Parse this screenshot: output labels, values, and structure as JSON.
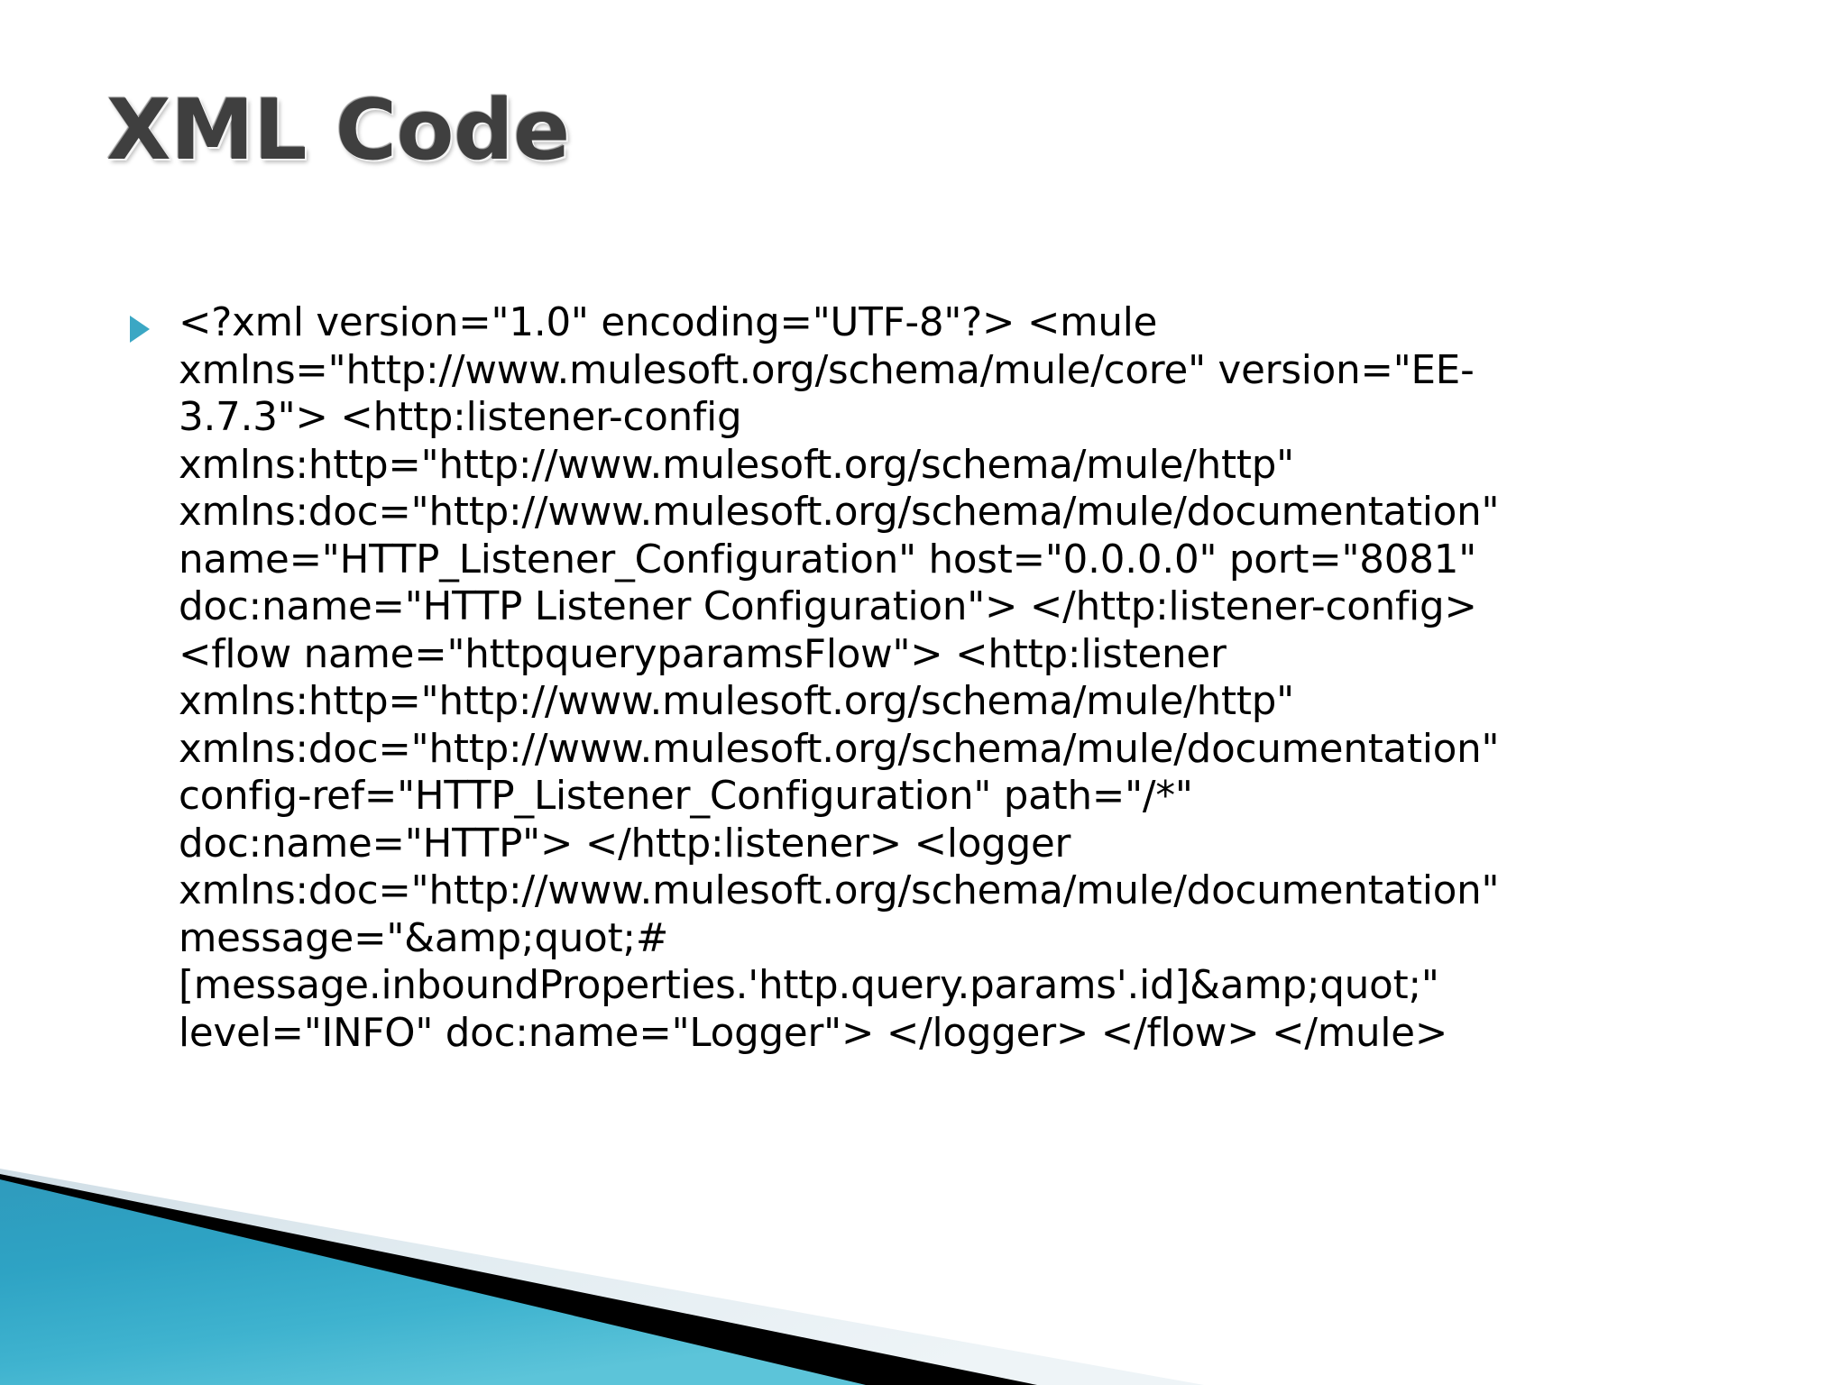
{
  "slide": {
    "title": "XML Code",
    "title_color": "#3f3f3f",
    "background_color": "#ffffff",
    "accent_color": "#3ba7c4"
  },
  "body": {
    "bullet_glyph": "triangle-right",
    "bullet_color": "#3ba7c4",
    "code_text": "<?xml version=\"1.0\" encoding=\"UTF-8\"?> <mule xmlns=\"http://www.mulesoft.org/schema/mule/core\" version=\"EE-3.7.3\"> <http:listener-config xmlns:http=\"http://www.mulesoft.org/schema/mule/http\" xmlns:doc=\"http://www.mulesoft.org/schema/mule/documentation\" name=\"HTTP_Listener_Configuration\" host=\"0.0.0.0\" port=\"8081\" doc:name=\"HTTP Listener Configuration\"> </http:listener-config> <flow name=\"httpqueryparamsFlow\"> <http:listener xmlns:http=\"http://www.mulesoft.org/schema/mule/http\" xmlns:doc=\"http://www.mulesoft.org/schema/mule/documentation\" config-ref=\"HTTP_Listener_Configuration\" path=\"/*\" doc:name=\"HTTP\"> </http:listener> <logger xmlns:doc=\"http://www.mulesoft.org/schema/mule/documentation\" message=\"&amp;quot;#[message.inboundProperties.'http.query.params'.id]&amp;quot;\" level=\"INFO\" doc:name=\"Logger\"> </logger> </flow> </mule>",
    "code_lines": [
      "<?xml version=\"1.0\" encoding=\"UTF-8\"?> <mule",
      "xmlns=\"http://www.mulesoft.org/schema/mule/core\"",
      "version=\"EE-3.7.3\"> <http:listener-config",
      "xmlns:http=\"http://www.mulesoft.org/schema/mule/http\"",
      "xmlns:doc=\"http://www.mulesoft.org/schema/mule/documenta",
      "tion\" name=\"HTTP_Listener_Configuration\" host=\"0.0.0.0\"",
      "port=\"8081\" doc:name=\"HTTP Listener Configuration\">",
      "</http:listener-config> <flow name=\"httpqueryparamsFlow\">",
      "<http:listener",
      "xmlns:http=\"http://www.mulesoft.org/schema/mule/http\"",
      "xmlns:doc=\"http://www.mulesoft.org/schema/mule/documenta",
      "tion\" config-ref=\"HTTP_Listener_Configuration\" path=\"/*\"",
      "doc:name=\"HTTP\"> </http:listener> <logger",
      "xmlns:doc=\"http://www.mulesoft.org/schema/mule/documenta",
      "tion\"",
      "message=\"&amp;quot;#[message.inboundProperties.'http.query.para",
      "ms'.id]&amp;quot;\" level=\"INFO\" doc:name=\"Logger\"> </logger>",
      "</flow> </mule>"
    ]
  },
  "decoration": {
    "name": "flow-theme-corner-graphic",
    "teal_light": "#5fc0d8",
    "teal_dark": "#0b7c9b",
    "band_black": "#000000",
    "band_silver": "#dde7ec"
  }
}
